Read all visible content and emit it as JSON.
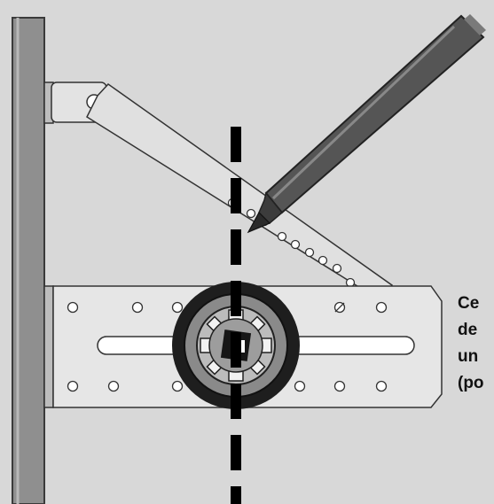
{
  "caption": {
    "lines": [
      "Ce",
      "de",
      "un",
      "(po"
    ]
  },
  "colors": {
    "background": "#d8d8d8",
    "wall_post": "#8f8f8f",
    "metal_plate": "#e6e6e6",
    "dark_ring": "#1e1e1e",
    "pen_body": "#555555",
    "center_line": "#000000"
  },
  "icons": [
    "wall-post",
    "mounting-bracket",
    "diagonal-support-arm",
    "drive-hub",
    "pencil-marker",
    "center-dashed-line"
  ]
}
